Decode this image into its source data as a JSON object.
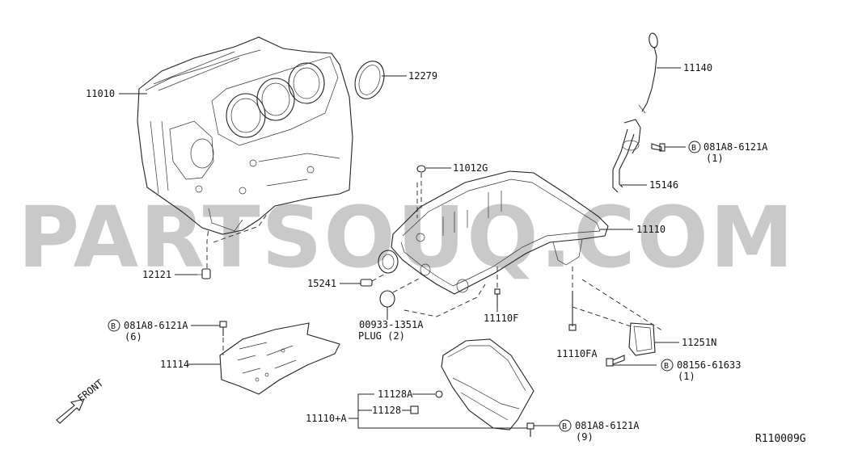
{
  "watermark": "PARTSOUQ.COM",
  "diagram_id": "R110009G",
  "front_label": "FRONT",
  "labels": {
    "p11010": "11010",
    "p12279": "12279",
    "p11140": "11140",
    "p081a8_1": "081A8-6121A",
    "p081a8_1_qty": "(1)",
    "p11012g": "11012G",
    "p15146": "15146",
    "p11110": "11110",
    "p12121": "12121",
    "p15241": "15241",
    "p00933": "00933-1351A",
    "p00933_plug": "PLUG (2)",
    "p11110f": "11110F",
    "p081a8_6": "081A8-6121A",
    "p081a8_6_qty": "(6)",
    "p11114": "11114",
    "p11110fa": "11110FA",
    "p11251n": "11251N",
    "p08156": "08156-61633",
    "p08156_qty": "(1)",
    "p11128a": "11128A",
    "p11128": "11128",
    "p11110a": "11110+A",
    "p081a8_9": "081A8-6121A",
    "p081a8_9_qty": "(9)"
  },
  "b_marker": "B"
}
